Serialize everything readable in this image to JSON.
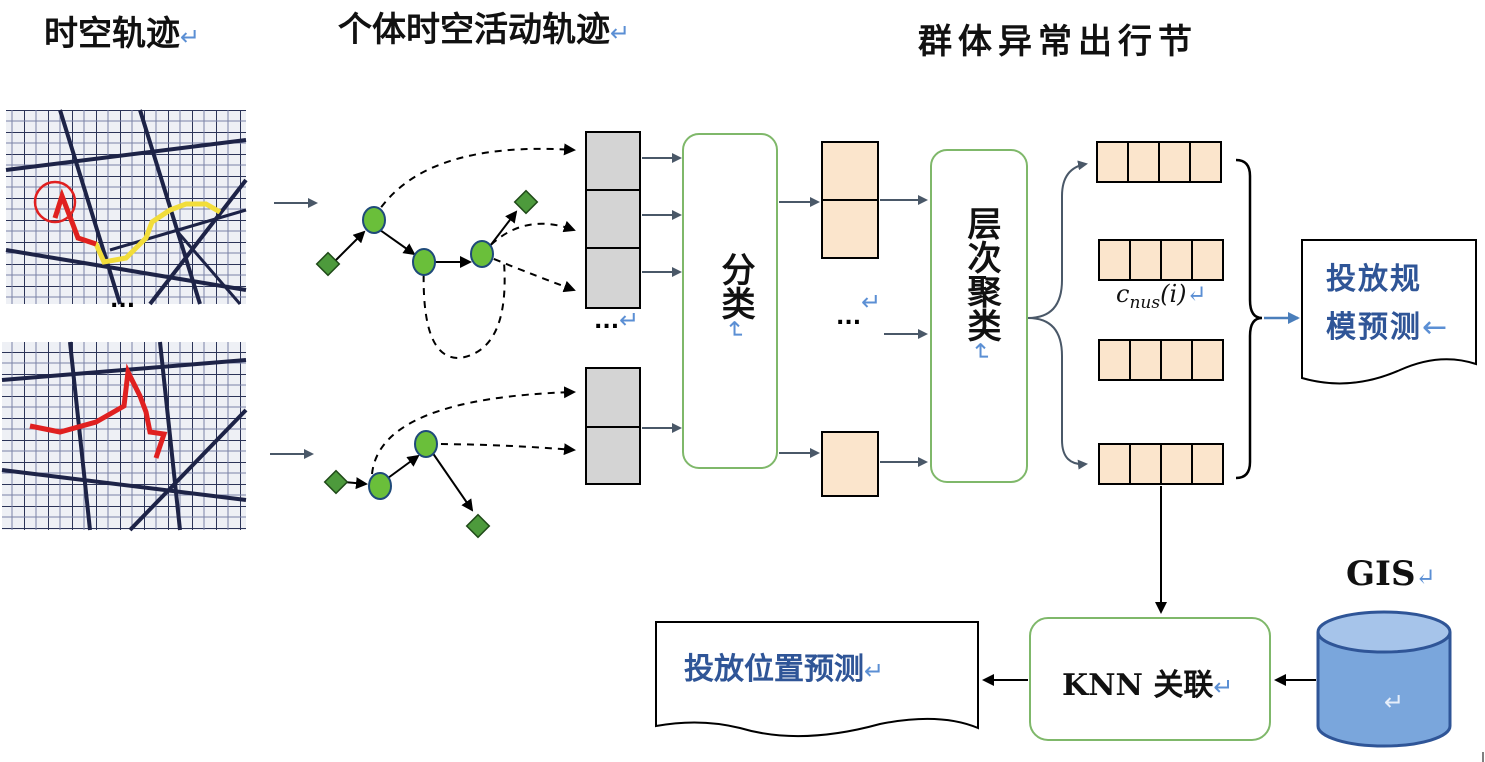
{
  "headers": {
    "col1": "时空轨迹",
    "col2": "个体时空活动轨迹",
    "col3": "群体异常出行节"
  },
  "return_mark": "↵",
  "ellipsis": "...",
  "classify": "分类",
  "hier_cluster": "层次聚类",
  "cluster_label": "c_nus(i)",
  "cluster_label_main": "c",
  "cluster_label_sub": "nus",
  "cluster_label_arg": "(i)",
  "scale_pred_line1": "投放规",
  "scale_pred_line2": "模预测",
  "location_pred": "投放位置预测",
  "knn": "KNN 关联",
  "gis": "GIS",
  "colors": {
    "accent_blue": "#2f5597",
    "return_blue": "#5b8fd4",
    "node_green": "#6abf3a",
    "diamond_green": "#4d9a3c",
    "box_gray": "#d4d4d4",
    "box_peach": "#fbe5cc",
    "frame_green": "#7fb86a",
    "db_blue": "#7aa6dc",
    "map_red": "#e02020",
    "map_yellow": "#f2dd3a"
  }
}
